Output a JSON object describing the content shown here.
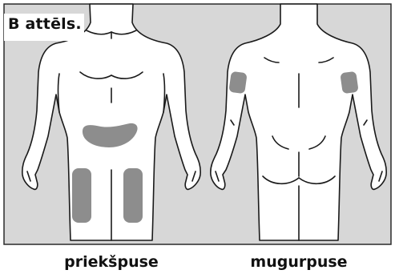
{
  "figure": {
    "title": "B attēls.",
    "labels": {
      "front": "priekšpuse",
      "back": "mugurpuse"
    },
    "colors": {
      "background": "#d7d7d7",
      "outline": "#1a1a1a",
      "body_fill": "#ffffff",
      "injection_site": "#8d8d8d"
    },
    "injection_sites": {
      "front": [
        "abdomen",
        "left-thigh",
        "right-thigh"
      ],
      "back": [
        "left-upper-arm",
        "right-upper-arm"
      ]
    }
  }
}
